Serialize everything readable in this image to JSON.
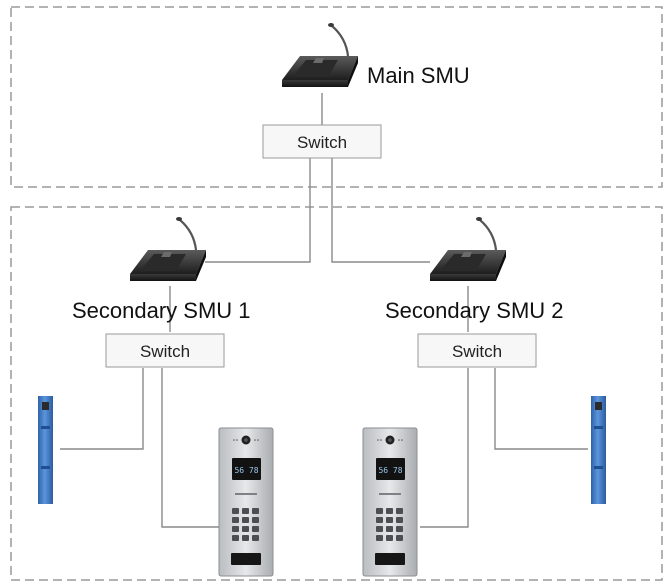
{
  "labels": {
    "main_smu": "Main SMU",
    "secondary_smu_1": "Secondary SMU 1",
    "secondary_smu_2": "Secondary SMU 2",
    "switch_main": "Switch",
    "switch_sec1": "Switch",
    "switch_sec2": "Switch"
  },
  "panel_screens": {
    "panel_1": "56 78",
    "panel_2": "56 78"
  },
  "icons": {
    "console": "desk-microphone-console-icon",
    "panel": "door-intercom-panel-icon",
    "gate": "barrier-gate-post-icon"
  },
  "colors": {
    "border": "#9a9a9a",
    "wire": "#8a8a8a",
    "switch_fill": "#f7f7f7",
    "gate_blue": "#3a77c4"
  }
}
